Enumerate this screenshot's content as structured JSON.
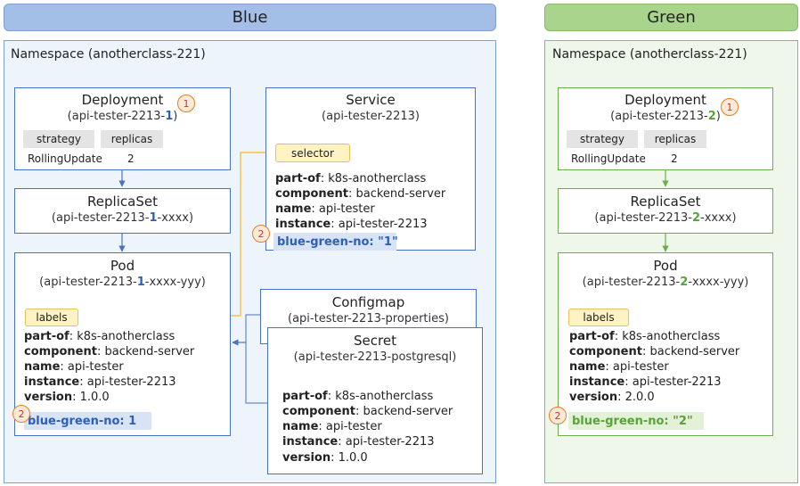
{
  "headers": {
    "blue": "Blue",
    "green": "Green"
  },
  "namespace": {
    "label": "Namespace",
    "value": "(anotherclass-221)"
  },
  "blue": {
    "deployment": {
      "title": "Deployment",
      "name_prefix": "(api-tester-2213-",
      "name_accent": "1",
      "name_suffix": ")",
      "marker": "1",
      "strategy_label": "strategy",
      "replicas_label": "replicas",
      "strategy_value": "RollingUpdate",
      "replicas_value": "2"
    },
    "replicaset": {
      "title": "ReplicaSet",
      "name_prefix": "(api-tester-2213-",
      "name_accent": "1",
      "name_suffix": "-xxxx)"
    },
    "pod": {
      "title": "Pod",
      "name_prefix": "(api-tester-2213-",
      "name_accent": "1",
      "name_suffix": "-xxxx-yyy)",
      "labels_tag": "labels",
      "labels": [
        {
          "key": "part-of",
          "value": "k8s-anotherclass"
        },
        {
          "key": "component",
          "value": "backend-server"
        },
        {
          "key": "name",
          "value": "api-tester"
        },
        {
          "key": "instance",
          "value": "api-tester-2213"
        },
        {
          "key": "version",
          "value": "1.0.0"
        }
      ],
      "bg_key": "blue-green-no:",
      "bg_value": "1",
      "marker": "2"
    },
    "service": {
      "title": "Service",
      "name": "(api-tester-2213)",
      "selector_tag": "selector",
      "labels": [
        {
          "key": "part-of",
          "value": "k8s-anotherclass"
        },
        {
          "key": "component",
          "value": "backend-server"
        },
        {
          "key": "name",
          "value": "api-tester"
        },
        {
          "key": "instance",
          "value": "api-tester-2213"
        }
      ],
      "bg_key": "blue-green-no:",
      "bg_value": "\"1\"",
      "marker": "2"
    },
    "configmap": {
      "title": "Configmap",
      "name": "(api-tester-2213-properties)"
    },
    "secret": {
      "title": "Secret",
      "name": "(api-tester-2213-postgresql)",
      "labels": [
        {
          "key": "part-of",
          "value": "k8s-anotherclass"
        },
        {
          "key": "component",
          "value": "backend-server"
        },
        {
          "key": "name",
          "value": "api-tester"
        },
        {
          "key": "instance",
          "value": "api-tester-2213"
        },
        {
          "key": "version",
          "value": "1.0.0"
        }
      ]
    }
  },
  "green": {
    "deployment": {
      "title": "Deployment",
      "name_prefix": "(api-tester-2213-",
      "name_accent": "2",
      "name_suffix": ")",
      "marker": "1",
      "strategy_label": "strategy",
      "replicas_label": "replicas",
      "strategy_value": "RollingUpdate",
      "replicas_value": "2"
    },
    "replicaset": {
      "title": "ReplicaSet",
      "name_prefix": "(api-tester-2213-",
      "name_accent": "2",
      "name_suffix": "-xxxx)"
    },
    "pod": {
      "title": "Pod",
      "name_prefix": "(api-tester-2213-",
      "name_accent": "2",
      "name_suffix": "-xxxx-yyy)",
      "labels_tag": "labels",
      "labels": [
        {
          "key": "part-of",
          "value": "k8s-anotherclass"
        },
        {
          "key": "component",
          "value": "backend-server"
        },
        {
          "key": "name",
          "value": "api-tester"
        },
        {
          "key": "instance",
          "value": "api-tester-2213"
        },
        {
          "key": "version",
          "value": "2.0.0"
        }
      ],
      "bg_key": "blue-green-no:",
      "bg_value": "\"2\"",
      "marker": "2"
    }
  },
  "colors": {
    "blue_accent": "#2e5fb8",
    "green_accent": "#5aa23a",
    "marker": "#e67e22",
    "selector_line": "#f5c242"
  }
}
